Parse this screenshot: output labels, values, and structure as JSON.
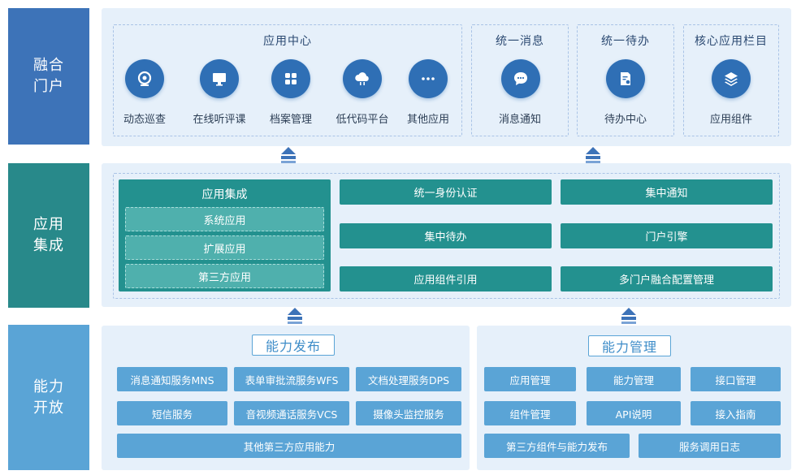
{
  "layers": {
    "portal": "融合\n门户",
    "integration": "应用\n集成",
    "open": "能力\n开放"
  },
  "portal": {
    "app_center": {
      "title": "应用中心",
      "items": [
        {
          "label": "动态巡查",
          "icon": "camera-icon"
        },
        {
          "label": "在线听评课",
          "icon": "monitor-icon"
        },
        {
          "label": "档案管理",
          "icon": "grid-icon"
        },
        {
          "label": "低代码平台",
          "icon": "cloud-icon"
        },
        {
          "label": "其他应用",
          "icon": "more-icon"
        }
      ]
    },
    "message": {
      "title": "统一消息",
      "item": {
        "label": "消息通知",
        "icon": "chat-icon"
      }
    },
    "todo": {
      "title": "统一待办",
      "item": {
        "label": "待办中心",
        "icon": "document-icon"
      }
    },
    "core": {
      "title": "核心应用栏目",
      "item": {
        "label": "应用组件",
        "icon": "layers-icon"
      }
    }
  },
  "integration": {
    "group_title": "应用集成",
    "group_items": [
      "系统应用",
      "扩展应用",
      "第三方应用"
    ],
    "middle": [
      "统一身份认证",
      "集中待办",
      "应用组件引用"
    ],
    "right": [
      "集中通知",
      "门户引擎",
      "多门户融合配置管理"
    ]
  },
  "open": {
    "publish": {
      "title": "能力发布",
      "rows": [
        [
          "消息通知服务MNS",
          "表单审批流服务WFS",
          "文档处理服务DPS"
        ],
        [
          "短信服务",
          "音视频通话服务VCS",
          "摄像头监控服务"
        ]
      ],
      "last": "其他第三方应用能力"
    },
    "manage": {
      "title": "能力管理",
      "rows": [
        [
          "应用管理",
          "能力管理",
          "接口管理"
        ],
        [
          "组件管理",
          "API说明",
          "接入指南"
        ]
      ],
      "last": [
        "第三方组件与能力发布",
        "服务调用日志"
      ]
    }
  },
  "colors": {
    "portal": "#3d73b8",
    "integration": "#28898a",
    "open": "#5aa4d6",
    "icon": "#2f6fb5",
    "teal": "#23918f",
    "teal_sub": "#4fb0ad",
    "panel": "#e6f0fa"
  }
}
